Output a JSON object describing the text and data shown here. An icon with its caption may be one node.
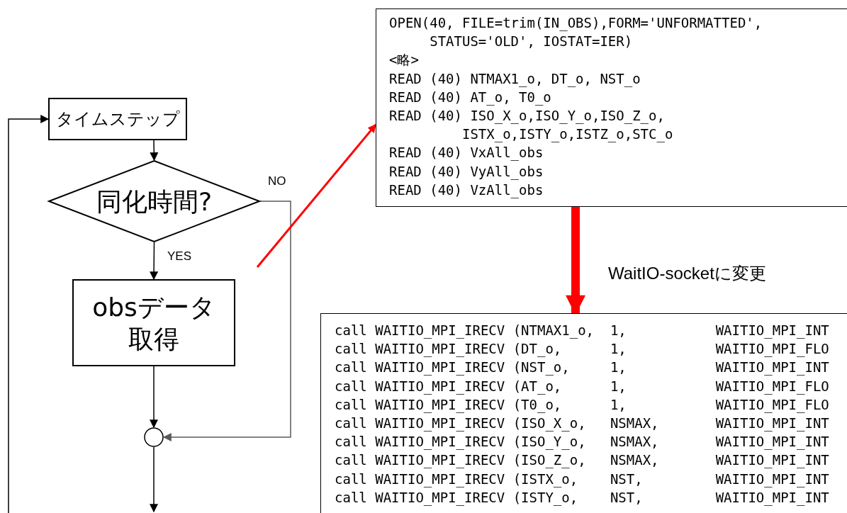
{
  "diagram": {
    "nodes": [
      {
        "text": [
          "タイムステップ"
        ]
      },
      {
        "text": [
          "同化時間?"
        ]
      },
      {
        "text": [
          "obsデータ取得"
        ]
      },
      {
        "text": [],
        "shape": "circle"
      },
      {
        "text": [
          "OPEN(40, FILE=trim(IN_OBS),FORM='UNFORMATTED',",
          "STATUS='OLD', IOSTAT=IER)",
          "<略>",
          "READ (40) NTMAX1_o, DT_o, NST_o",
          "READ (40) AT_o, T0_o",
          "READ (40) ISO_X_o,ISO_Y_o,ISO_Z_o,",
          "ISTX_o,ISTY_o,ISTZ_o,STC_o",
          "READ (40) VxAll_obs",
          "READ (40) VyAll_obs",
          "READ (40) VzAll_obs"
        ]
      },
      {
        "text": [
          "call WAITIO_MPI_IRECV (NTMAX1_o,",
          "1,",
          "WAITIO_MPI_INT",
          "call WAITIO_MPI_IRECV (DT_o,",
          "1,",
          "WAITIO_MPI_FLO",
          "call WAITIO_MPI_IRECV (NST_o,",
          "1,",
          "WAITIO_MPI_INT",
          "call WAITIO_MPI_IRECV (AT_o,",
          "1,",
          "WAITIO_MPI_FLO",
          "call WAITIO_MPI_IRECV (T0_o,",
          "1,",
          "WAITIO_MPI_FLO",
          "call WAITIO_MPI_IRECV (ISO_X_o,",
          "NSMAX,",
          "WAITIO_MPI_INT",
          "call WAITIO_MPI_IRECV (ISO_Y_o,",
          "NSMAX,",
          "WAITIO_MPI_INT",
          "call WAITIO_MPI_IRECV (ISO_Z_o,",
          "NSMAX,",
          "WAITIO_MPI_INT",
          "call WAITIO_MPI_IRECV (ISTX_o,",
          "NST,",
          "WAITIO_MPI_INT",
          "call WAITIO_MPI_IRECV (ISTY_o,",
          "NST,",
          "WAITIO_MPI_INT"
        ]
      }
    ],
    "edges": [
      {
        "from": null,
        "to": 0,
        "arrow": "to"
      },
      {
        "from": 0,
        "to": 1,
        "arrow": "to"
      },
      {
        "from": 1,
        "to": 2,
        "arrow": "to",
        "label": "YES"
      },
      {
        "from": 2,
        "to": 3,
        "arrow": "to"
      },
      {
        "from": 1,
        "to": 3,
        "arrow": "to",
        "label": "NO",
        "color": "#595959"
      },
      {
        "from": 3,
        "to": null,
        "arrow": "to"
      },
      {
        "from": null,
        "to": 4,
        "arrow": "to",
        "color": "#ff0000"
      },
      {
        "from": 4,
        "to": 5,
        "arrow": "to",
        "label": "WaitIO-socketに変更",
        "style": "thick",
        "color": "#ff0000"
      }
    ]
  }
}
